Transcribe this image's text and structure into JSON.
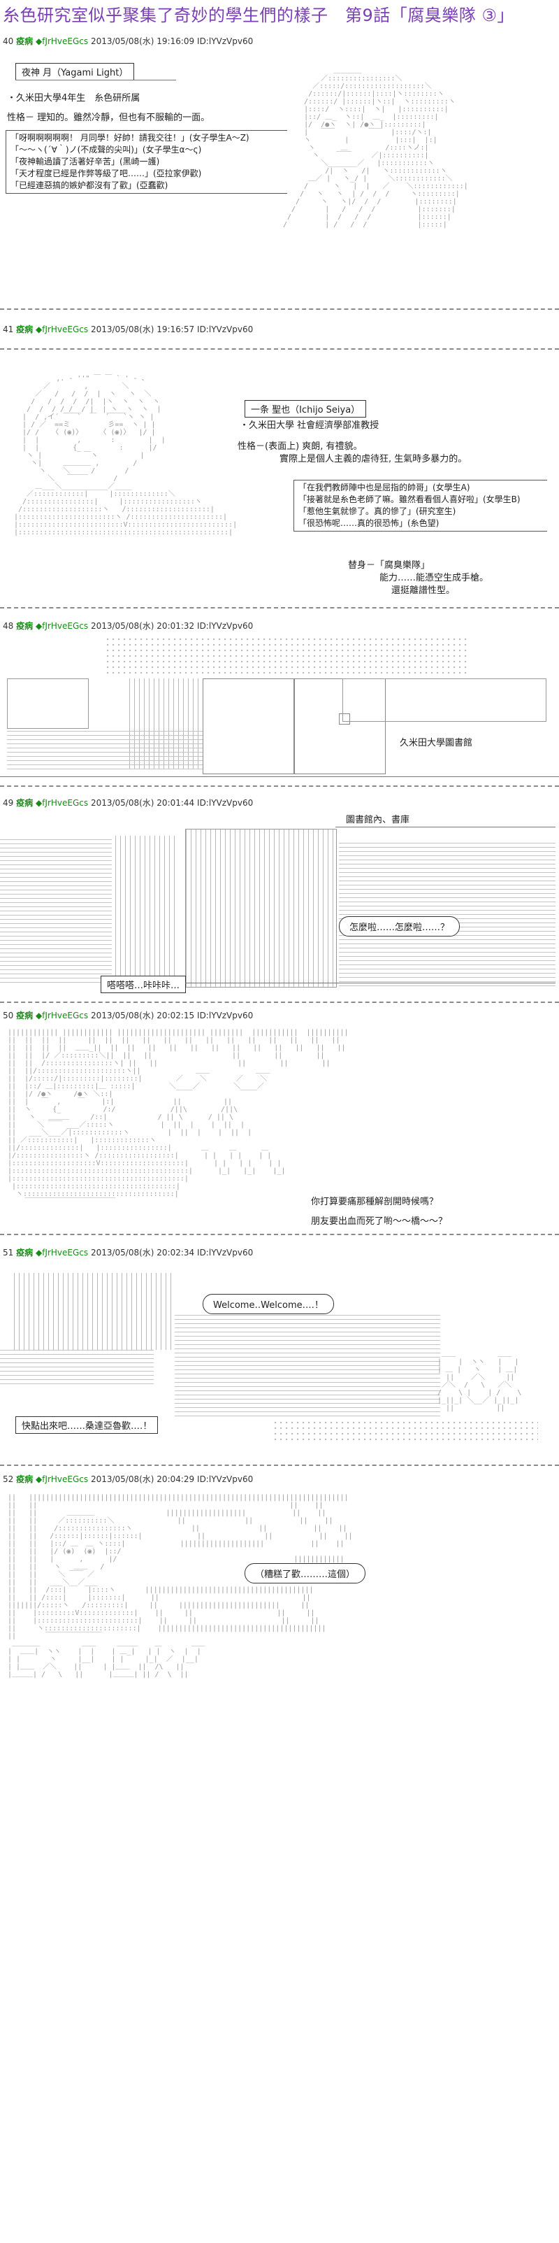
{
  "title": "糸色研究室似乎聚集了奇妙的學生們的樣子　第9話「腐臭樂隊 ③」",
  "posts": [
    {
      "num": "40",
      "name": "疫病",
      "trip": "◆fJrHveEGcs",
      "datetime": "2013/05/08(水) 19:16:09",
      "id": "ID:lYVzVpv60"
    },
    {
      "num": "41",
      "name": "疫病",
      "trip": "◆fJrHveEGcs",
      "datetime": "2013/05/08(水) 19:16:57",
      "id": "ID:lYVzVpv60"
    },
    {
      "num": "48",
      "name": "疫病",
      "trip": "◆fJrHveEGcs",
      "datetime": "2013/05/08(水) 20:01:32",
      "id": "ID:lYVzVpv60"
    },
    {
      "num": "49",
      "name": "疫病",
      "trip": "◆fJrHveEGcs",
      "datetime": "2013/05/08(水) 20:01:44",
      "id": "ID:lYVzVpv60"
    },
    {
      "num": "50",
      "name": "疫病",
      "trip": "◆fJrHveEGcs",
      "datetime": "2013/05/08(水) 20:02:15",
      "id": "ID:lYVzVpv60"
    },
    {
      "num": "51",
      "name": "疫病",
      "trip": "◆fJrHveEGcs",
      "datetime": "2013/05/08(水) 20:02:34",
      "id": "ID:lYVzVpv60"
    },
    {
      "num": "52",
      "name": "疫病",
      "trip": "◆fJrHveEGcs",
      "datetime": "2013/05/08(水) 20:04:29",
      "id": "ID:lYVzVpv60"
    }
  ],
  "p40": {
    "name_box": "夜神 月（Yagami Light）",
    "line1": "・久米田大學4年生　糸色研所属",
    "line2": "性格－ 理知的。雖然冷靜，但也有不服輸的一面。",
    "q1": "「呀啊啊啊啊啊！ 月同學！好帥！請我交往！」(女子學生A～Z)",
    "q2": "「〜〜ヽ(´∀｀)ノ(不成聲的尖叫)」(女子學生α〜ς)",
    "q3": "「夜神輸過讀了活著好辛苦」(黑崎一護)",
    "q4": "「天才程度已經是作弊等級了吧……」(亞拉家伊歡)",
    "q5": "「已經連惡搞的嫉妒都沒有了歡」(亞蠢歡)"
  },
  "p41": {
    "name_box": "一条 聖也（Ichijo Seiya）",
    "line1": "・久米田大學 社會經濟學部准教授",
    "line2": "性格－(表面上) 爽朗, 有禮貌。",
    "line3": "實際上是個人主義的虐待狂, 生氣時多暴力的。",
    "q1": "「在我們教師陣中也是屈指的帥哥」(女學生A)",
    "q2": "「接著就是糸色老師了嘛。雖然看看個人喜好啦」(女學生B)",
    "q3": "「惹他生氣就慘了。真的慘了」(研究室生)",
    "q4": "「很恐怖呢……真的很恐怖」(糸色望)",
    "stand_label": "替身－「腐臭樂隊」",
    "stand_line1": "能力……能憑空生成手槍。",
    "stand_line2": "還挺離譜性型。"
  },
  "p48": {
    "sign": "久米田大學圖書館"
  },
  "p49": {
    "location": "圖書館內、書庫",
    "bubble1": "怎麼啦……怎麼啦……？",
    "bubble2": "嗒嗒嗒…咔咔咔…"
  },
  "p50": {
    "line1": "你打算要痛那種解剖開時候嗎？",
    "line2": "朋友要出血而死了喲～～橋～～？"
  },
  "p51": {
    "bubble1": "Welcome‥Welcome‥‥！",
    "bubble2": "快點出來吧……桑達亞魯歡‥‥！"
  },
  "p52": {
    "bubble1": "（糟糕了歡………這個）"
  }
}
